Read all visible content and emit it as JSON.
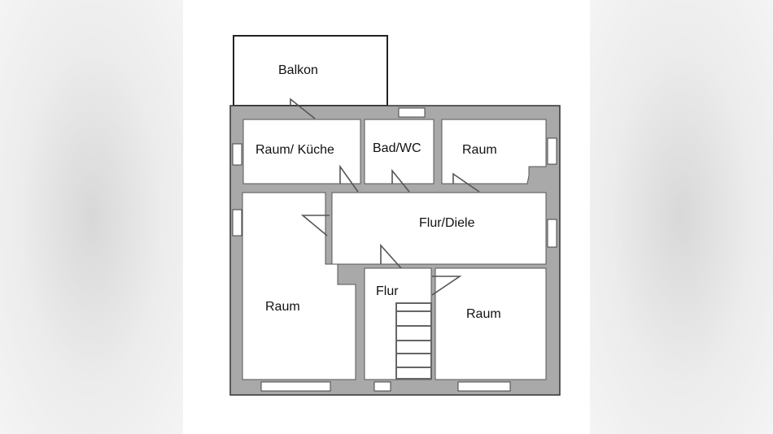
{
  "rooms": {
    "balkon": "Balkon",
    "kueche": "Raum/ Küche",
    "bad": "Bad/WC",
    "raum_top_right": "Raum",
    "flur_diele": "Flur/Diele",
    "raum_left": "Raum",
    "flur": "Flur",
    "raum_bottom_right": "Raum"
  },
  "colors": {
    "wall": "#a9a9a9",
    "outline": "#333333",
    "floor": "#ffffff"
  }
}
